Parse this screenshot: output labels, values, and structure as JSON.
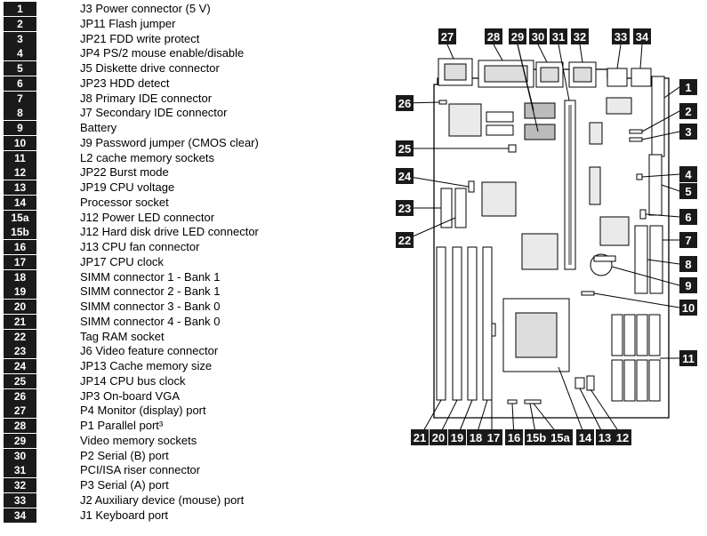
{
  "legend": [
    {
      "num": "1",
      "label": "J3 Power connector (5 V)"
    },
    {
      "num": "2",
      "label": "JP11 Flash jumper"
    },
    {
      "num": "3",
      "label": "JP21 FDD write protect"
    },
    {
      "num": "4",
      "label": "JP4 PS/2 mouse enable/disable"
    },
    {
      "num": "5",
      "label": "J5 Diskette drive connector"
    },
    {
      "num": "6",
      "label": "JP23 HDD detect"
    },
    {
      "num": "7",
      "label": "J8 Primary IDE connector"
    },
    {
      "num": "8",
      "label": "J7 Secondary IDE connector"
    },
    {
      "num": "9",
      "label": "Battery"
    },
    {
      "num": "10",
      "label": "J9 Password jumper (CMOS clear)"
    },
    {
      "num": "11",
      "label": "L2 cache memory sockets"
    },
    {
      "num": "12",
      "label": "JP22 Burst mode"
    },
    {
      "num": "13",
      "label": "JP19 CPU voltage"
    },
    {
      "num": "14",
      "label": "Processor socket"
    },
    {
      "num": "15a",
      "label": "J12 Power LED connector"
    },
    {
      "num": "15b",
      "label": "J12 Hard disk drive LED connector"
    },
    {
      "num": "16",
      "label": "J13 CPU fan connector"
    },
    {
      "num": "17",
      "label": "JP17 CPU clock"
    },
    {
      "num": "18",
      "label": "SIMM connector 1 - Bank 1"
    },
    {
      "num": "19",
      "label": "SIMM connector 2 - Bank 1"
    },
    {
      "num": "20",
      "label": "SIMM connector 3 - Bank 0"
    },
    {
      "num": "21",
      "label": "SIMM connector 4 - Bank 0"
    },
    {
      "num": "22",
      "label": "Tag RAM socket"
    },
    {
      "num": "23",
      "label": "J6 Video feature connector"
    },
    {
      "num": "24",
      "label": "JP13 Cache memory size"
    },
    {
      "num": "25",
      "label": "JP14 CPU bus clock"
    },
    {
      "num": "26",
      "label": "JP3 On-board VGA"
    },
    {
      "num": "27",
      "label": "P4 Monitor (display) port"
    },
    {
      "num": "28",
      "label": "P1 Parallel port³"
    },
    {
      "num": "29",
      "label": "Video memory sockets"
    },
    {
      "num": "30",
      "label": "P2 Serial (B) port"
    },
    {
      "num": "31",
      "label": "PCI/ISA riser connector"
    },
    {
      "num": "32",
      "label": "P3 Serial (A) port"
    },
    {
      "num": "33",
      "label": "J2 Auxiliary device (mouse) port"
    },
    {
      "num": "34",
      "label": "J1 Keyboard port"
    }
  ],
  "callouts": {
    "c1": "1",
    "c2": "2",
    "c3": "3",
    "c4": "4",
    "c5": "5",
    "c6": "6",
    "c7": "7",
    "c8": "8",
    "c9": "9",
    "c10": "10",
    "c11": "11",
    "c12": "12",
    "c13": "13",
    "c14": "14",
    "c15a": "15a",
    "c15b": "15b",
    "c16": "16",
    "c17": "17",
    "c18": "18",
    "c19": "19",
    "c20": "20",
    "c21": "21",
    "c22": "22",
    "c23": "23",
    "c24": "24",
    "c25": "25",
    "c26": "26",
    "c27": "27",
    "c28": "28",
    "c29": "29",
    "c30": "30",
    "c31": "31",
    "c32": "32",
    "c33": "33",
    "c34": "34"
  }
}
